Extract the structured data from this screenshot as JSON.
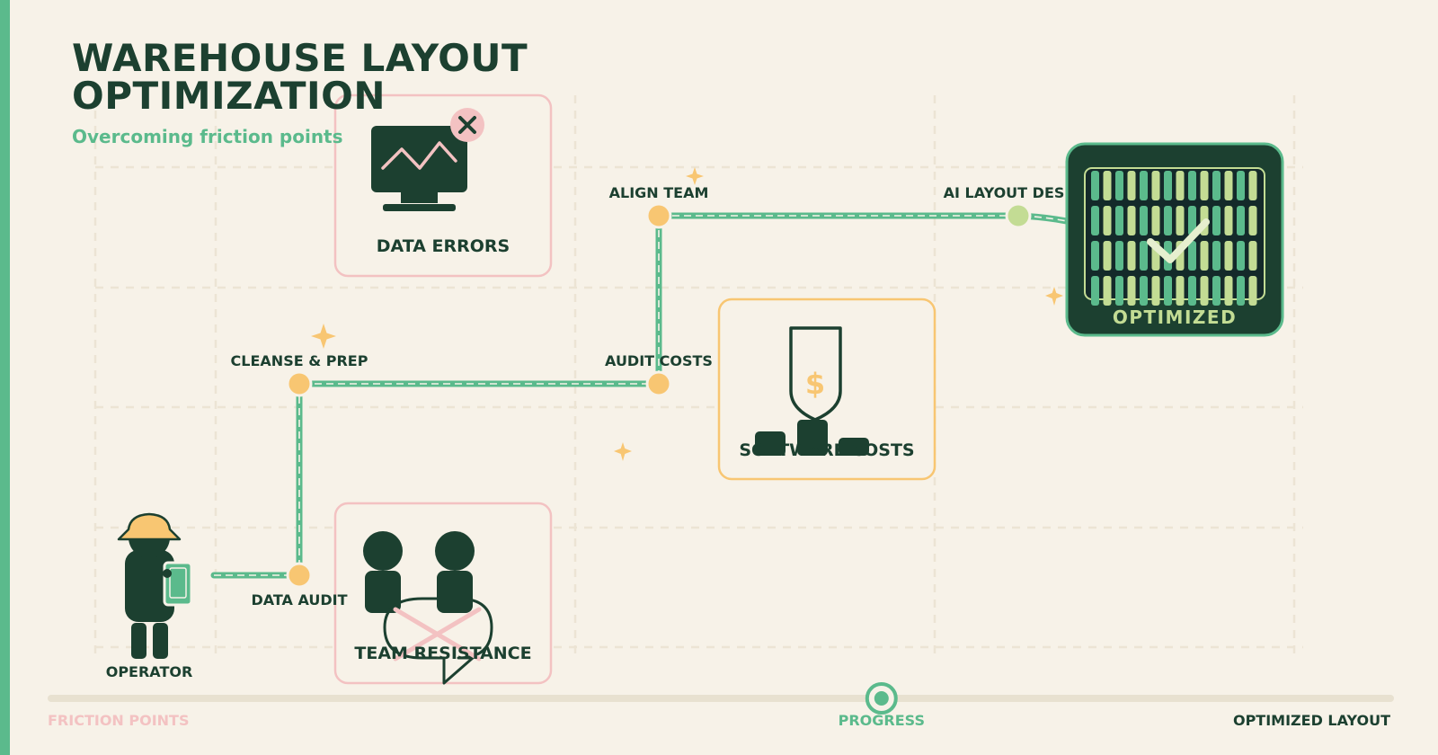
{
  "header": {
    "title": "WAREHOUSE LAYOUT OPTIMIZATION",
    "subtitle": "Overcoming friction points"
  },
  "operator": {
    "label": "OPERATOR"
  },
  "route": {
    "steps": [
      {
        "id": "data-audit",
        "label": "DATA AUDIT"
      },
      {
        "id": "cleanse-prep",
        "label": "CLEANSE & PREP"
      },
      {
        "id": "audit-costs",
        "label": "AUDIT COSTS"
      },
      {
        "id": "align-team",
        "label": "ALIGN TEAM"
      },
      {
        "id": "ai-layout-design",
        "label": "AI LAYOUT DES"
      }
    ]
  },
  "friction_cards": {
    "data_errors": {
      "label": "DATA ERRORS"
    },
    "team_resistance": {
      "label": "TEAM RESISTANCE"
    },
    "software_costs": {
      "label": "SOFTWARE COSTS",
      "currency_symbol": "$"
    }
  },
  "goal": {
    "label": "OPTIMIZED"
  },
  "progress": {
    "left_label": "FRICTION POINTS",
    "marker_label": "PROGRESS",
    "right_label": "OPTIMIZED LAYOUT",
    "value_fraction": 0.62
  },
  "colors": {
    "dark_green": "#1c4030",
    "green": "#5bba8c",
    "pale_green": "#c3dc94",
    "orange": "#f8c672",
    "pink": "#f3c2c2",
    "background": "#f7f2e8"
  }
}
